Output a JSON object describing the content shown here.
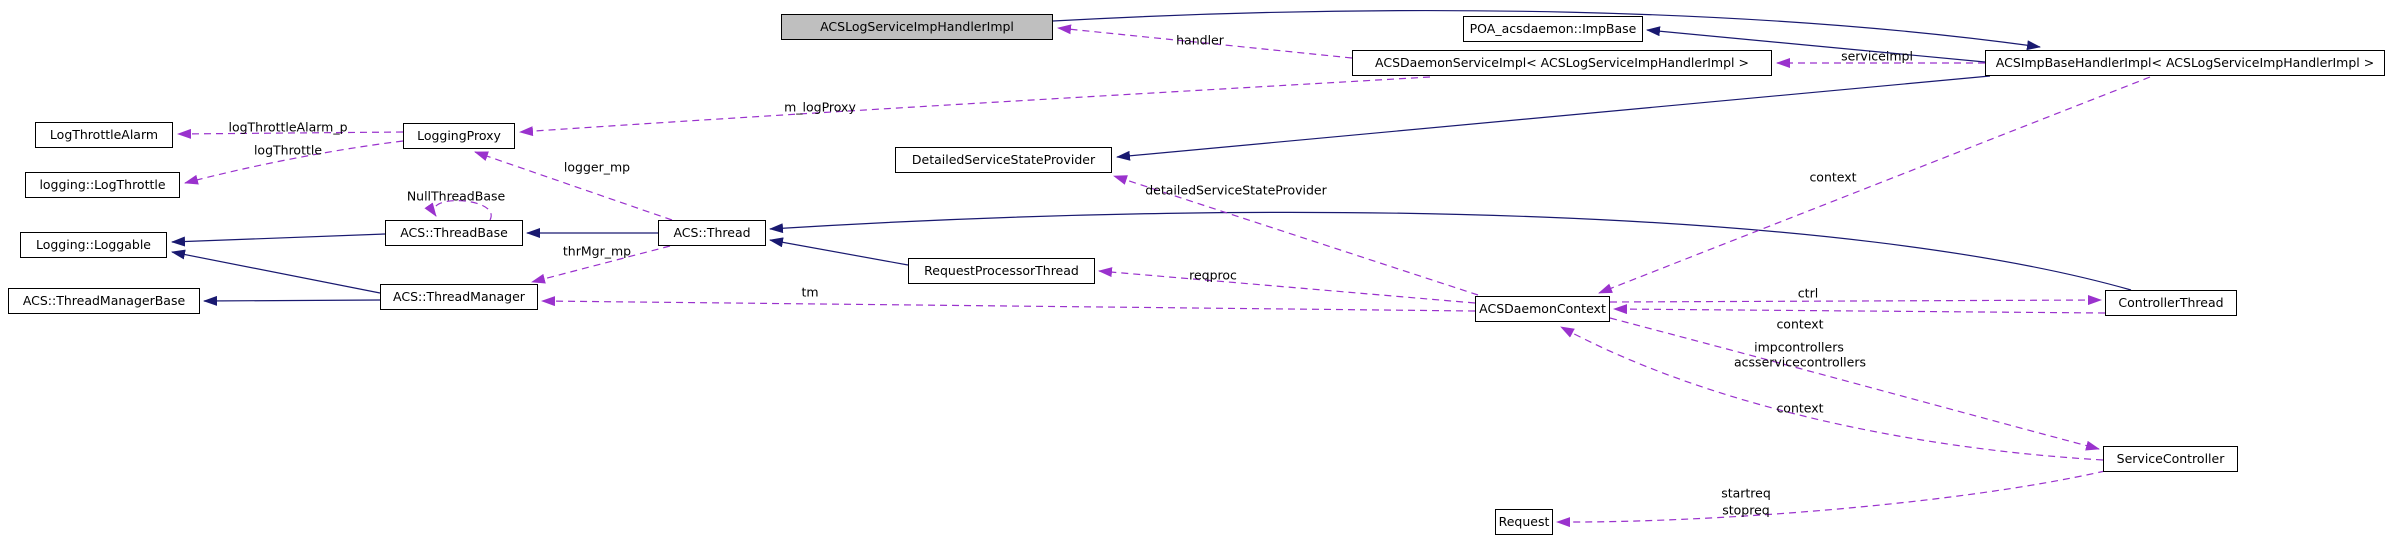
{
  "diagram": {
    "kind": "doxygen-collaboration-graph",
    "highlighted_node": "ACSLogServiceImpHandlerImpl"
  },
  "colors": {
    "inheritance_edge": "#191970",
    "usage_edge": "#9a32cd",
    "node_background": "#ffffff",
    "highlight_background": "#bfbfbf",
    "node_border": "#000000",
    "text": "#000000"
  },
  "nodes": {
    "acslog": {
      "label": "ACSLogServiceImpHandlerImpl"
    },
    "poaimpbase": {
      "label": "POA_acsdaemon::ImpBase"
    },
    "daemonservice": {
      "label": "ACSDaemonServiceImpl< ACSLogServiceImpHandlerImpl >"
    },
    "impbasehandler": {
      "label": "ACSImpBaseHandlerImpl< ACSLogServiceImpHandlerImpl >"
    },
    "logthrottlealarm": {
      "label": "LogThrottleAlarm"
    },
    "loglogthrottle": {
      "label": "logging::LogThrottle"
    },
    "loggingproxy": {
      "label": "LoggingProxy"
    },
    "loggable": {
      "label": "Logging::Loggable"
    },
    "threadbase": {
      "label": "ACS::ThreadBase"
    },
    "threadmanagerbase": {
      "label": "ACS::ThreadManagerBase"
    },
    "threadmanager": {
      "label": "ACS::ThreadManager"
    },
    "acsthread": {
      "label": "ACS::Thread"
    },
    "requestprocessorthread": {
      "label": "RequestProcessorThread"
    },
    "detailedservicestateprovider": {
      "label": "DetailedServiceStateProvider"
    },
    "acsdaemoncontext": {
      "label": "ACSDaemonContext"
    },
    "controllerthread": {
      "label": "ControllerThread"
    },
    "servicecontroller": {
      "label": "ServiceController"
    },
    "request": {
      "label": "Request"
    }
  },
  "edge_labels": {
    "handler": "handler",
    "serviceimpl": "serviceimpl",
    "m_logProxy": "m_logProxy",
    "logThrottleAlarm_p": "logThrottleAlarm_p",
    "logThrottle": "logThrottle",
    "NullThreadBase": "NullThreadBase",
    "logger_mp": "logger_mp",
    "thrMgr_mp": "thrMgr_mp",
    "tm": "tm",
    "reqproc": "reqproc",
    "detailedServiceStateProvider": "detailedServiceStateProvider",
    "context": "context",
    "ctrl": "ctrl",
    "impcontrollers": "impcontrollers",
    "acsservicecontrollers": "acsservicecontrollers",
    "startreq": "startreq",
    "stopreq": "stopreq"
  },
  "edges": {
    "inheritance": [
      {
        "from": "ACS::ThreadBase",
        "to": "Logging::Loggable"
      },
      {
        "from": "ACS::ThreadManager",
        "to": "Logging::Loggable"
      },
      {
        "from": "ACS::ThreadManager",
        "to": "ACS::ThreadManagerBase"
      },
      {
        "from": "ACS::Thread",
        "to": "ACS::ThreadBase"
      },
      {
        "from": "RequestProcessorThread",
        "to": "ACS::Thread"
      },
      {
        "from": "ControllerThread",
        "to": "ACS::Thread"
      },
      {
        "from": "ACSImpBaseHandlerImpl< ACSLogServiceImpHandlerImpl >",
        "to": "POA_acsdaemon::ImpBase"
      },
      {
        "from": "ACSLogServiceImpHandlerImpl",
        "to": "ACSImpBaseHandlerImpl< ACSLogServiceImpHandlerImpl >"
      },
      {
        "from": "ACSImpBaseHandlerImpl< ACSLogServiceImpHandlerImpl >",
        "to": "DetailedServiceStateProvider"
      }
    ],
    "usage": [
      {
        "from": "ACSDaemonServiceImpl< ACSLogServiceImpHandlerImpl >",
        "to": "ACSLogServiceImpHandlerImpl",
        "label": "handler"
      },
      {
        "from": "ACSImpBaseHandlerImpl< ACSLogServiceImpHandlerImpl >",
        "to": "ACSDaemonServiceImpl< ACSLogServiceImpHandlerImpl >",
        "label": "serviceimpl"
      },
      {
        "from": "ACSDaemonServiceImpl< ACSLogServiceImpHandlerImpl >",
        "to": "LoggingProxy",
        "label": "m_logProxy"
      },
      {
        "from": "LoggingProxy",
        "to": "LogThrottleAlarm",
        "label": "logThrottleAlarm_p"
      },
      {
        "from": "LoggingProxy",
        "to": "logging::LogThrottle",
        "label": "logThrottle"
      },
      {
        "from": "ACS::ThreadBase",
        "to": "ACS::ThreadBase",
        "label": "NullThreadBase"
      },
      {
        "from": "ACS::Thread",
        "to": "LoggingProxy",
        "label": "logger_mp"
      },
      {
        "from": "ACS::Thread",
        "to": "ACS::ThreadManager",
        "label": "thrMgr_mp"
      },
      {
        "from": "ACSDaemonContext",
        "to": "ACS::ThreadManager",
        "label": "tm"
      },
      {
        "from": "ACSDaemonContext",
        "to": "RequestProcessorThread",
        "label": "reqproc"
      },
      {
        "from": "ACSDaemonContext",
        "to": "DetailedServiceStateProvider",
        "label": "detailedServiceStateProvider"
      },
      {
        "from": "ACSImpBaseHandlerImpl< ACSLogServiceImpHandlerImpl >",
        "to": "ACSDaemonContext",
        "label": "context"
      },
      {
        "from": "ACSDaemonContext",
        "to": "ControllerThread",
        "label": "ctrl"
      },
      {
        "from": "ControllerThread",
        "to": "ACSDaemonContext",
        "label": "context"
      },
      {
        "from": "ACSDaemonContext",
        "to": "ServiceController",
        "label": "impcontrollers acsservicecontrollers"
      },
      {
        "from": "ServiceController",
        "to": "ACSDaemonContext",
        "label": "context"
      },
      {
        "from": "ServiceController",
        "to": "Request",
        "label": "startreq stopreq"
      }
    ]
  }
}
